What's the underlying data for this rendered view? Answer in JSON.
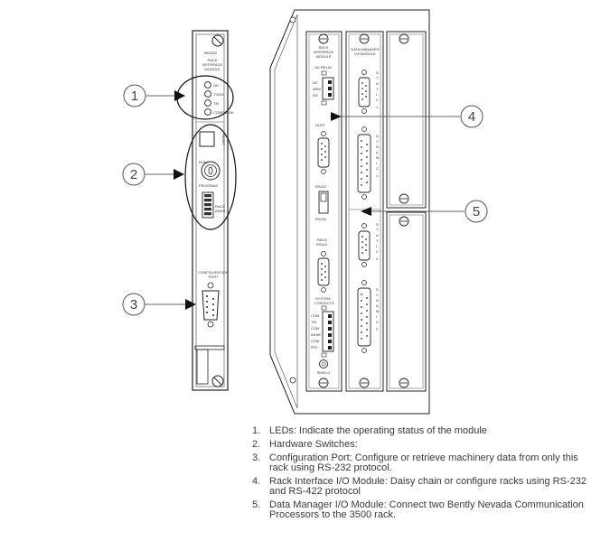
{
  "figure": {
    "module_labels": {
      "model": "3500/22",
      "rack_interface_title": [
        "RACK",
        "INTERFACE",
        "MODULE"
      ],
      "leds": [
        "OK",
        "TX/RX",
        "TM",
        "CONFIG OK"
      ],
      "reset": "RESET",
      "run": "RUN",
      "program": "PROGRAM",
      "rack_addr": [
        "RACK",
        "ADDR"
      ],
      "config_port": [
        "CONFIGURATION",
        "PORT"
      ]
    },
    "rear_labels": {
      "rim_title": [
        "RACK",
        "INTERFACE",
        "MODULE"
      ],
      "ok_relay": "OK RELAY",
      "relay_terms": [
        "NC",
        "ARM",
        "NO"
      ],
      "host": "HOST",
      "rs422_top": "RS422",
      "rs232": "RS232",
      "rack_rs422": [
        "RACK",
        "RS422"
      ],
      "system_contacts": [
        "SYSTEM",
        "CONTACTS"
      ],
      "contact_terms": [
        "COM",
        "TM",
        "COM",
        "INHIB",
        "COM",
        "RST"
      ],
      "shield": "SHIELD",
      "dm_title": [
        "DATA MANAGER",
        "I/O MODULE"
      ],
      "static": [
        "S",
        "T",
        "A",
        "T",
        "I",
        "C"
      ],
      "dynamic": [
        "D",
        "Y",
        "N",
        "A",
        "M",
        "I",
        "C"
      ],
      "port_num_1": "1",
      "port_num_2": "2"
    },
    "callouts": [
      "1",
      "2",
      "3",
      "4",
      "5"
    ]
  },
  "legend": [
    {
      "num": "1.",
      "text": "LEDs: Indicate the operating status of the module"
    },
    {
      "num": "2.",
      "text": "Hardware Switches:"
    },
    {
      "num": "3.",
      "text": "Configuration Port: Configure or retrieve machinery data from only this rack using RS-232 protocol."
    },
    {
      "num": "4.",
      "text": "Rack Interface I/O Module: Daisy chain or configure racks using RS-232 and RS-422 protocol"
    },
    {
      "num": "5.",
      "text": "Data Manager I/O Module: Connect two Bently Nevada Communication Processors to the 3500 rack."
    }
  ]
}
